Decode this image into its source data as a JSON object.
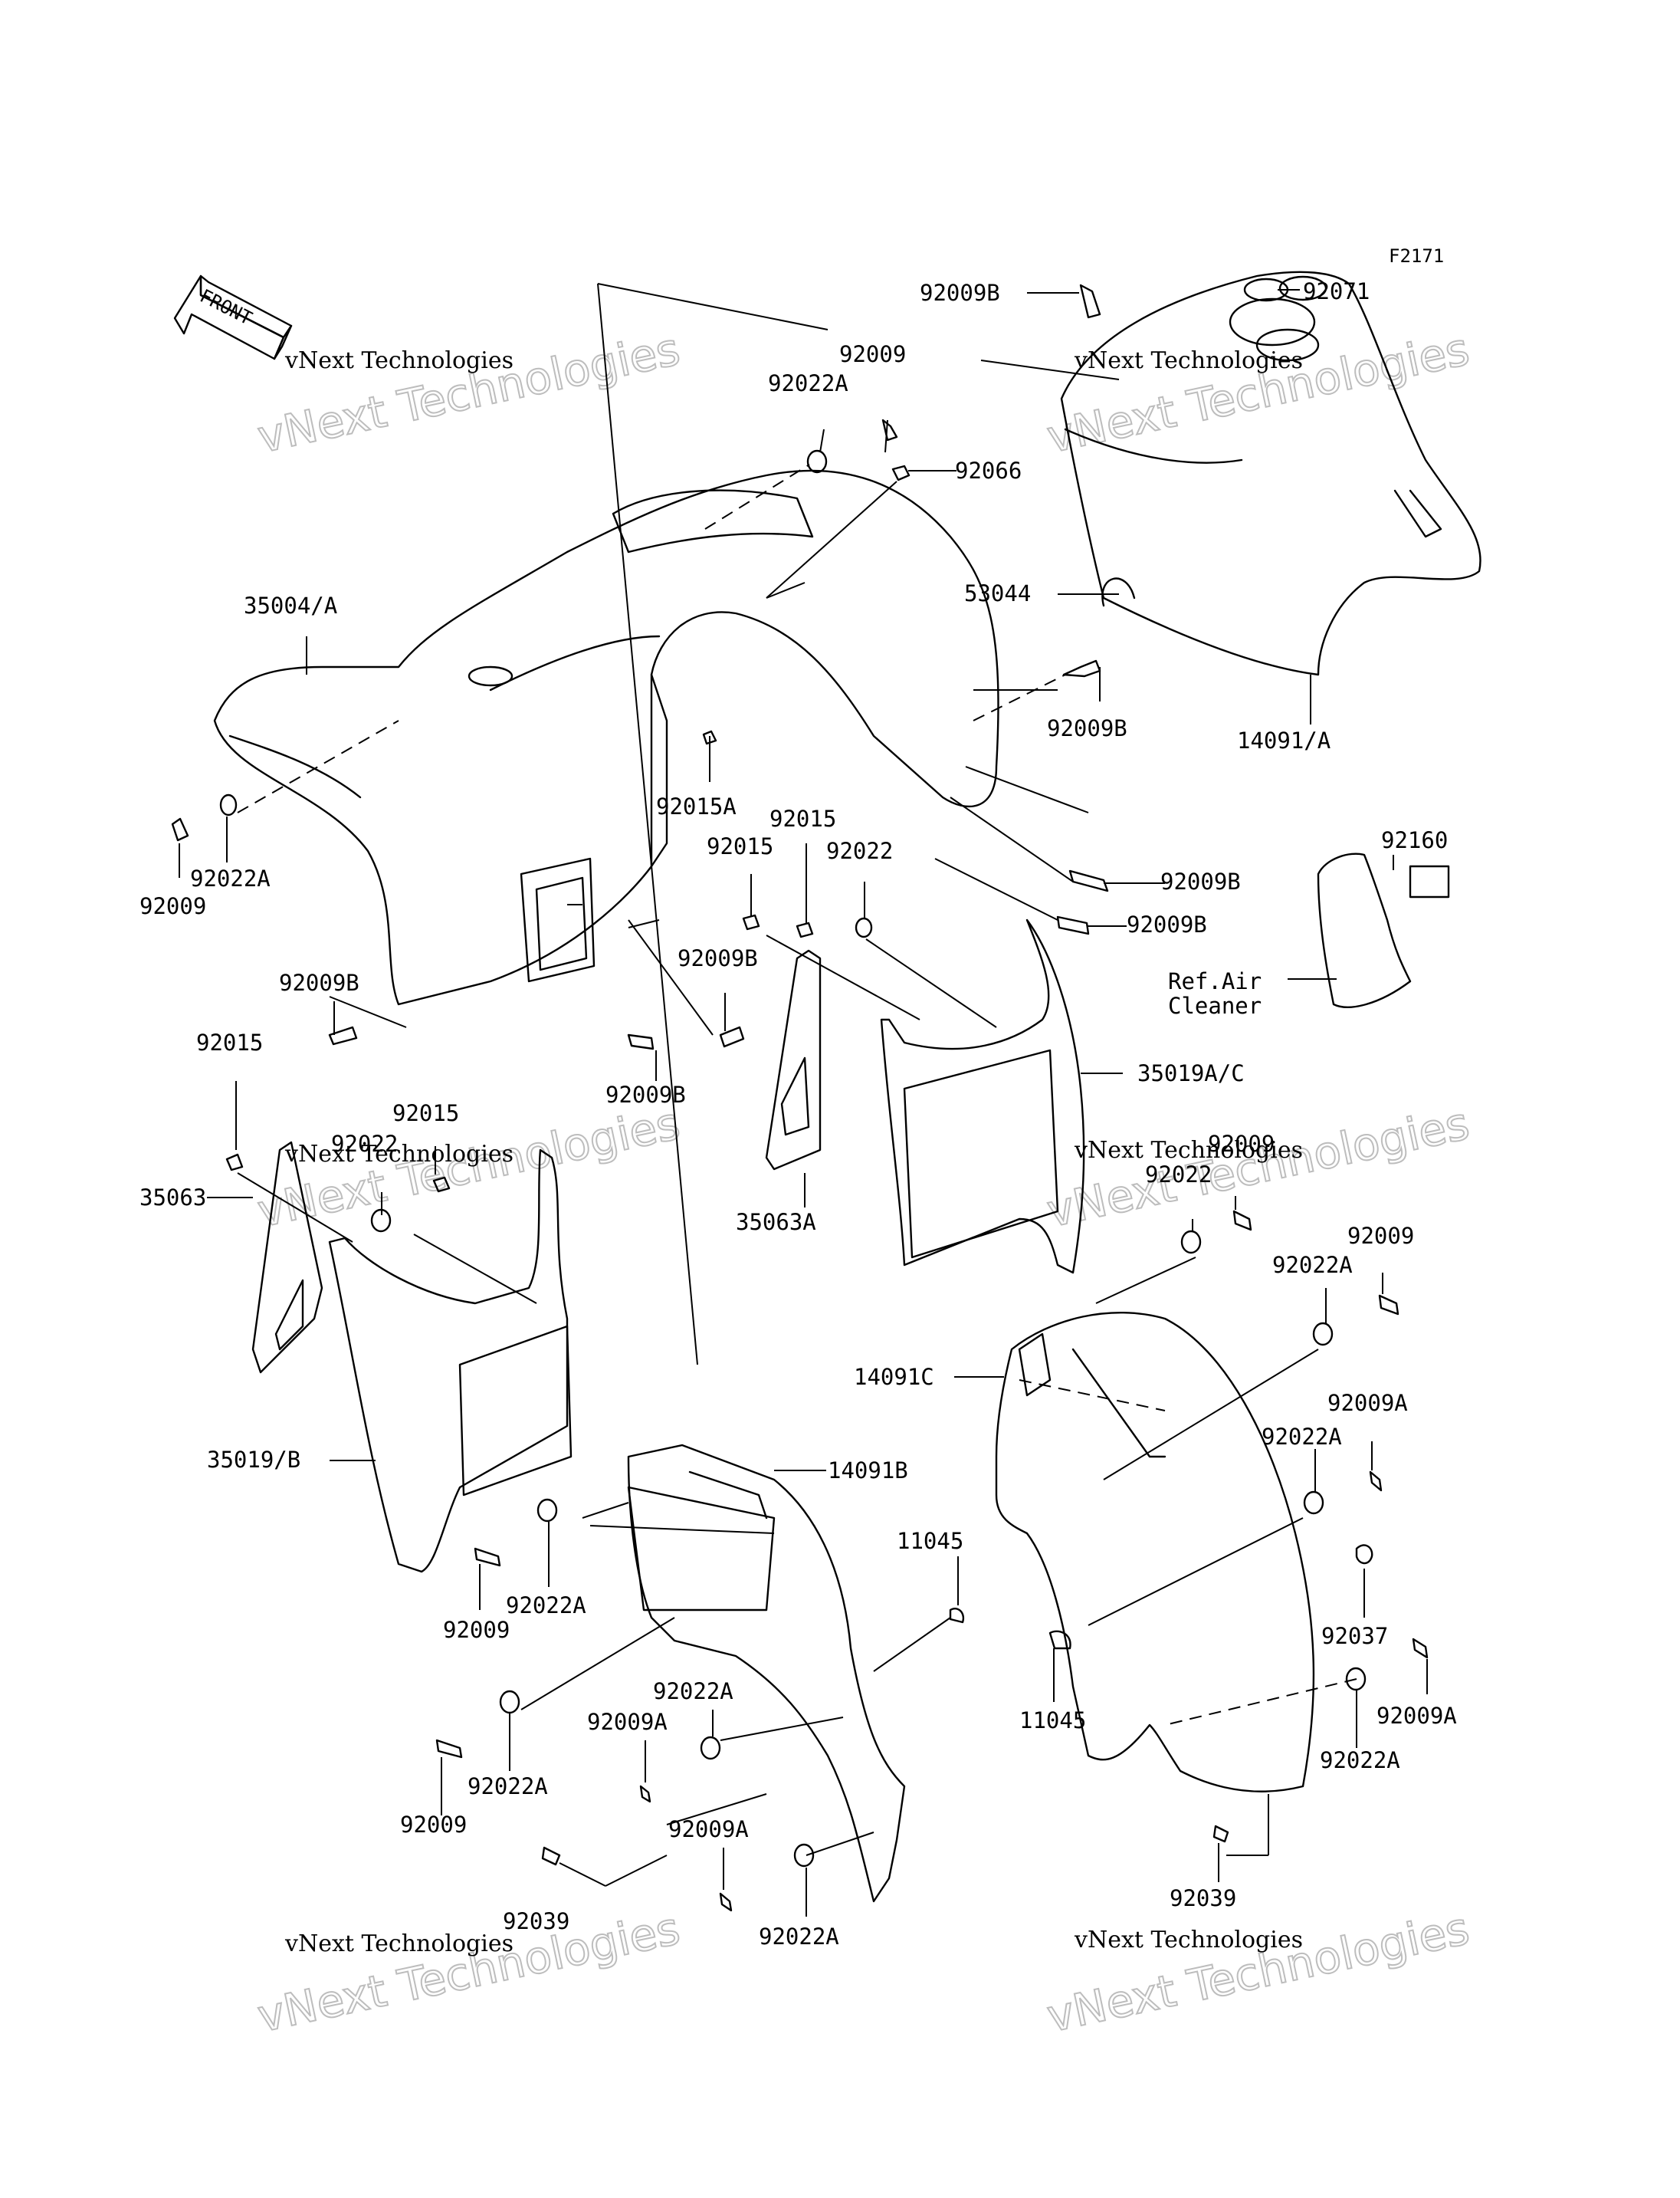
{
  "figure_code": "F2171",
  "front_label": "FRONT",
  "watermarks": [
    {
      "line1": "vNext Technologies",
      "line2": "vNext Technologies"
    },
    {
      "line1": "vNext Technologies",
      "line2": "vNext Technologies"
    },
    {
      "line1": "vNext Technologies",
      "line2": "vNext Technologies"
    },
    {
      "line1": "vNext Technologies",
      "line2": "vNext Technologies"
    },
    {
      "line1": "vNext Technologies",
      "line2": "vNext Technologies"
    },
    {
      "line1": "vNext Technologies",
      "line2": "vNext Technologies"
    }
  ],
  "callouts": {
    "c_92009B_top": "92009B",
    "c_92071": "92071",
    "c_92009_top": "92009",
    "c_92022A_top": "92022A",
    "c_92066": "92066",
    "c_35004A": "35004/A",
    "c_53044": "53044",
    "c_92009B_mid": "92009B",
    "c_14091A": "14091/A",
    "c_92015A": "92015A",
    "c_92015_a": "92015",
    "c_92015_b": "92015",
    "c_92022_mid": "92022",
    "c_92160": "92160",
    "c_92009B_r1": "92009B",
    "c_92009B_r2": "92009B",
    "c_92022A_left": "92022A",
    "c_92009_left": "92009",
    "c_ref_air_1": "Ref.Air",
    "c_ref_air_2": "Cleaner",
    "c_92009B_l": "92009B",
    "c_92009B_c": "92009B",
    "c_92009B_cb": "92009B",
    "c_35019AC": "35019A/C",
    "c_92015_l": "92015",
    "c_92015_l2": "92015",
    "c_92022_l": "92022",
    "c_35063": "35063",
    "c_35063A": "35063A",
    "c_92009_r": "92009",
    "c_92022_r": "92022",
    "c_92009_r2": "92009",
    "c_92022A_r": "92022A",
    "c_14091C": "14091C",
    "c_92009A_r": "92009A",
    "c_92022A_r2": "92022A",
    "c_35019B": "35019/B",
    "c_14091B": "14091B",
    "c_11045_top": "11045",
    "c_92009_b1": "92009",
    "c_92022A_b1": "92022A",
    "c_92037": "92037",
    "c_92022A_b2": "92022A",
    "c_92009A_b": "92009A",
    "c_92009A_r3": "92009A",
    "c_92022A_r3": "92022A",
    "c_11045_bot": "11045",
    "c_92022A_b3": "92022A",
    "c_92009_b2": "92009",
    "c_92009A_b2": "92009A",
    "c_92039_l": "92039",
    "c_92022A_b4": "92022A",
    "c_92039_r": "92039"
  }
}
